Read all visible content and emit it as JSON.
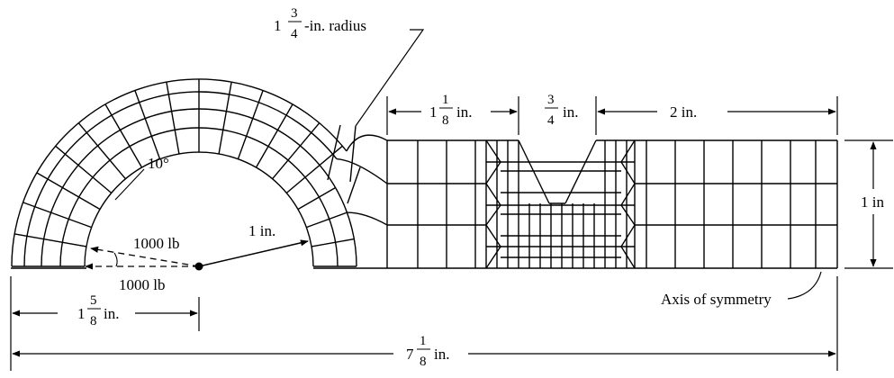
{
  "diagram": {
    "labels": {
      "fillet_radius": {
        "whole": "1",
        "num": "3",
        "den": "4",
        "unit": "-in. radius"
      },
      "angle": "10°",
      "load_upper": "1000 lb",
      "load_lower": "1000 lb",
      "inner_radius": "1 in.",
      "dim_left": {
        "whole": "1",
        "num": "5",
        "den": "8",
        "unit": "in."
      },
      "dim_total": {
        "whole": "7",
        "num": "1",
        "den": "8",
        "unit": "in."
      },
      "dim_flat_left": {
        "whole": "1",
        "num": "1",
        "den": "8",
        "unit": "in."
      },
      "dim_notch": {
        "num": "3",
        "den": "4",
        "unit": "in."
      },
      "dim_right": "2 in.",
      "dim_height": "1 in",
      "axis": "Axis of symmetry"
    }
  }
}
